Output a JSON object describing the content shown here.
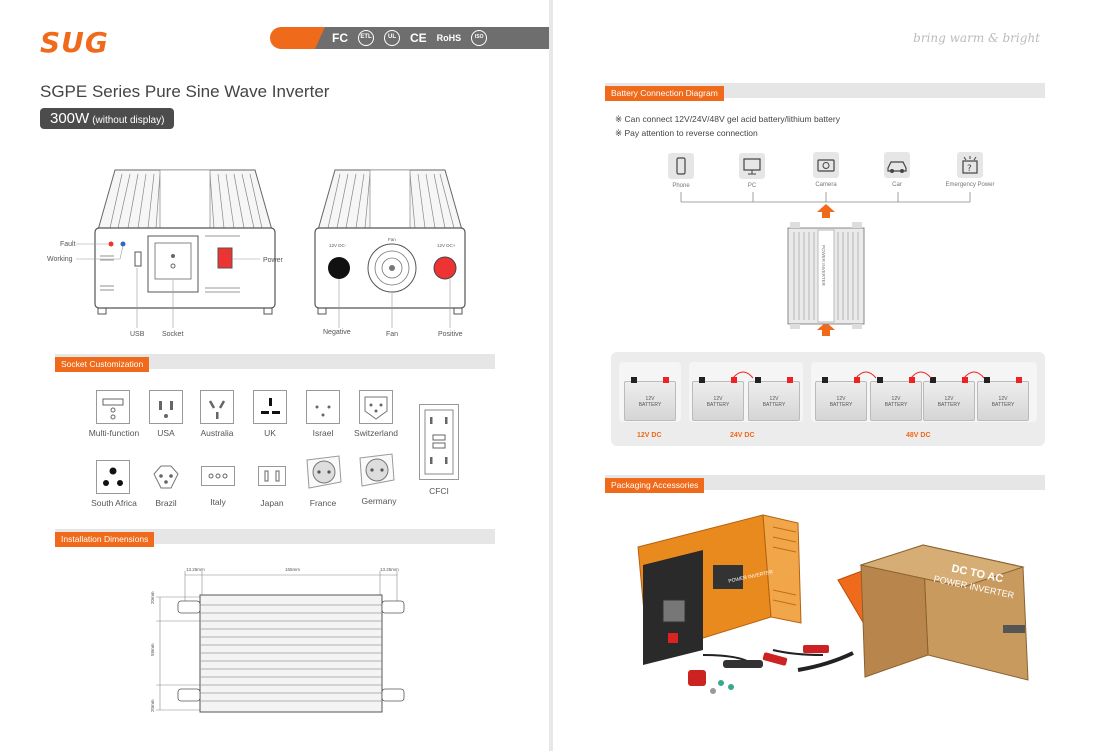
{
  "header": {
    "logo": "SUG",
    "certifications": [
      "FC",
      "ETL",
      "UL",
      "CE",
      "RoHS",
      "ISO"
    ],
    "slogan": "bring warm & bright"
  },
  "product": {
    "title": "SGPE Series Pure Sine Wave Inverter",
    "power": "300W",
    "variant": "(without display)"
  },
  "panel_labels": {
    "fault": "Fault",
    "working": "Working",
    "power": "Power",
    "usb": "USB",
    "socket": "Socket",
    "negative": "Negative",
    "fan": "Fan",
    "positive": "Positive",
    "dc_neg": "12V DC-",
    "dc_pos": "12V DC+",
    "fan_small": "Fan"
  },
  "sections": {
    "socket": "Socket Customization",
    "install": "Installation Dimensions",
    "battery": "Battery Connection Diagram",
    "packaging": "Packaging Accessories"
  },
  "sockets": {
    "row1": [
      "Multi-function",
      "USA",
      "Australia",
      "UK",
      "Israel",
      "Switzerland"
    ],
    "row2": [
      "South Africa",
      "Brazil",
      "Italy",
      "Japan",
      "France",
      "Germany"
    ],
    "cfci": "CFCI"
  },
  "dimensions": {
    "top_left": "13.25mm",
    "top_mid": "165mm",
    "top_right": "13.25mm",
    "side_a": "20mm",
    "side_b": "58mm",
    "side_c": "20mm"
  },
  "battery_info": {
    "note1": "※ Can connect 12V/24V/48V gel acid battery/lithium battery",
    "note2": "※ Pay attention to reverse connection",
    "devices": [
      "Phone",
      "PC",
      "Camera",
      "Car",
      "Emergency Power"
    ],
    "battery_label_top": "12V",
    "battery_label_bottom": "BATTERY",
    "voltages": [
      "12V DC",
      "24V DC",
      "48V DC"
    ]
  },
  "packaging": {
    "box_line1": "DC TO AC",
    "box_line2": "POWER INVERTER",
    "inverter_text": "POWER INVERTER"
  },
  "colors": {
    "accent": "#ef6a1a",
    "dark": "#4c4c4c",
    "band": "#e6e6e6"
  }
}
